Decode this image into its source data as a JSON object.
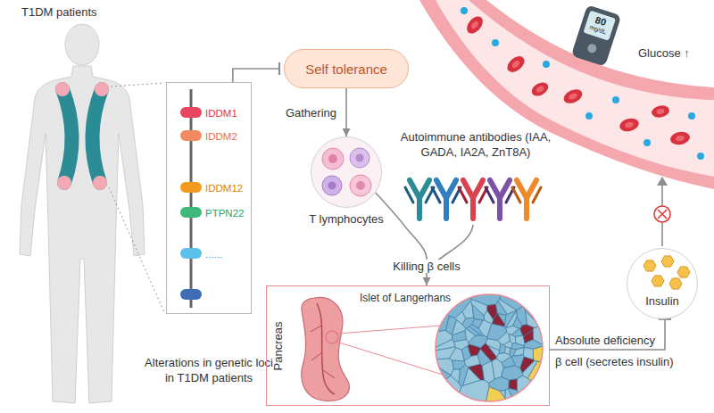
{
  "diagram": {
    "nodes": [
      {
        "text": [
          "IDDM1",
          "IDDM2",
          "IDDM12",
          "PTPN22",
          "......",
          "Alterations in genetic loci in T1DM patients"
        ]
      },
      {
        "text": [
          "Self tolerance"
        ]
      },
      {
        "text": [
          "T lymphocytes"
        ]
      },
      {
        "text": [
          "Pancreas",
          "Islet of Langerhans"
        ]
      },
      {
        "text": [
          "Insulin"
        ]
      }
    ],
    "edges": [
      {
        "from": 0,
        "to": 1,
        "arrow": "to"
      },
      {
        "from": 1,
        "to": 2,
        "label": "Gathering",
        "arrow": "to"
      },
      {
        "from": 2,
        "to": 3,
        "label": "Killing β cells",
        "arrow": "to"
      },
      {
        "from": 3,
        "to": 4,
        "label": "Absolute deficiency",
        "arrow": "to"
      }
    ],
    "labels": [
      "T1DM patients",
      "Autoimmune antibodies (IAA, GADA, IA2A, ZnT8A)",
      "β cell (secretes insulin)",
      "Glucose ↑",
      "80",
      "mg/dL"
    ]
  }
}
